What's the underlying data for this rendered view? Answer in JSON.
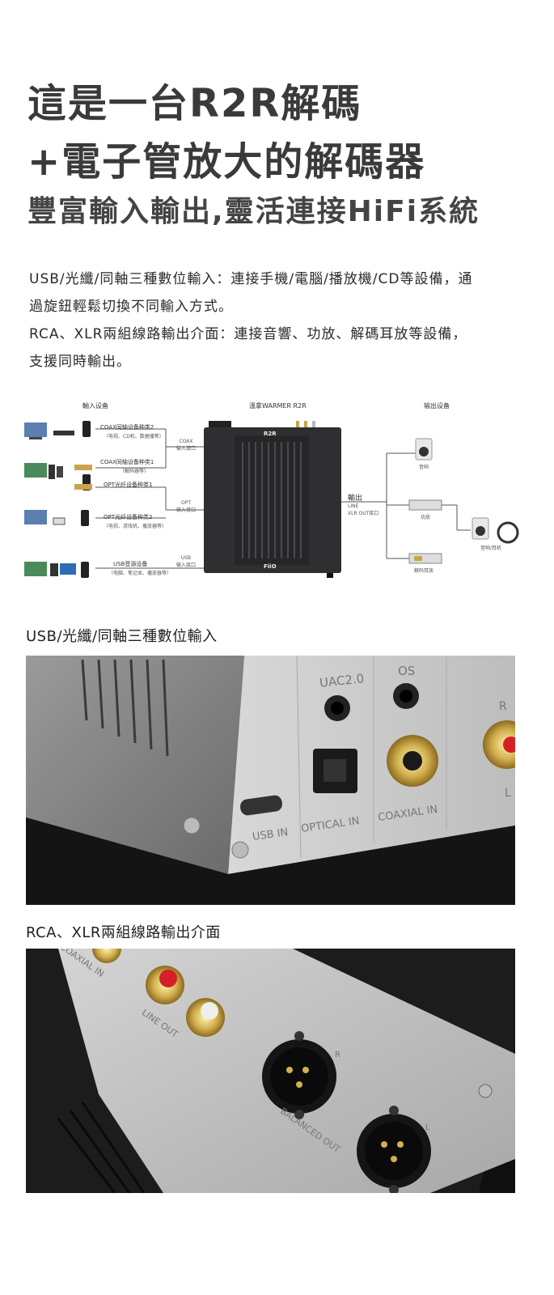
{
  "headline": {
    "line1": "這是一台R2R解碼",
    "line2": "+電子管放大的解碼器",
    "line3": "豐富輸入輸出,靈活連接HiFi系統"
  },
  "description": {
    "line1": "USB/光纖/同軸三種數位輸入：連接手機/電腦/播放機/CD等設備，通",
    "line2": "過旋鈕輕鬆切換不同輸入方式。",
    "line3": "RCA、XLR兩組線路輸出介面：連接音響、功放、解碼耳放等設備，",
    "line4": "支援同時輸出。"
  },
  "diagram": {
    "input_header": "輸入设备",
    "device_header": "溫拿WARMER R2R",
    "output_header": "输出设备",
    "inputs": [
      {
        "label": "COAX同轴设备种类2",
        "sub": "（电视、CD机、数据播等）"
      },
      {
        "label": "COAX同轴设备种类1",
        "sub": "（解码器等）"
      },
      {
        "label": "OPT光纤设备种类1",
        "sub": ""
      },
      {
        "label": "OPT光纤设备种类2",
        "sub": "（电视、游戏机、播放器等）"
      },
      {
        "label": "USB音源设备",
        "sub": "（电脑、笔记本、播放器等）"
      }
    ],
    "ports": {
      "coax": "COAX\n输入接口",
      "opt": "OPT\n输入接口",
      "usb": "USB\n输入接口"
    },
    "output_label": "輸出",
    "output_port": "LINE\nXLR OUT接口",
    "outputs": [
      "音响",
      "功放",
      "解码耳放",
      "音响/耳机"
    ],
    "device_logo_top": "R2R",
    "device_logo_bottom": "FiiO"
  },
  "section1": {
    "title": "USB/光纖/同軸三種數位輸入",
    "labels": {
      "uac": "UAC2.0",
      "os": "OS",
      "usb_in": "USB IN",
      "optical_in": "OPTICAL IN",
      "coaxial_in": "COAXIAL IN",
      "r": "R",
      "l": "L"
    }
  },
  "section2": {
    "title": "RCA、XLR兩組線路輸出介面",
    "labels": {
      "coaxial_in": "COAXIAL IN",
      "line_out": "LINE OUT",
      "balanced_out": "BALANCED OUT",
      "r": "R",
      "l": "L"
    }
  },
  "colors": {
    "title": "#3a3a3a",
    "gold": "#c9a44a",
    "red_jack": "#d61f26",
    "aluminium": "#c8c8c8"
  }
}
